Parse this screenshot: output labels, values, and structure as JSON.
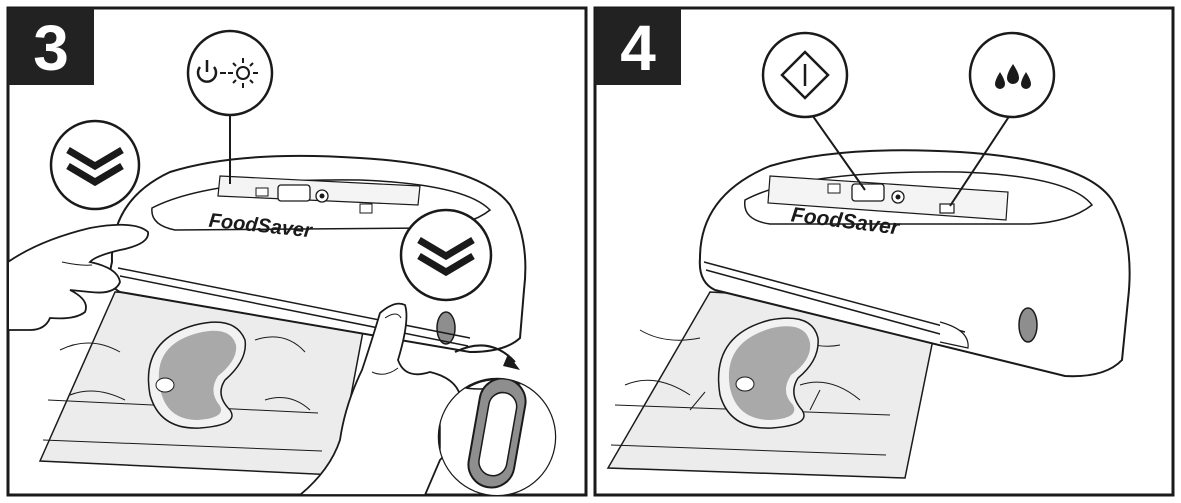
{
  "steps": [
    {
      "number": "3",
      "brand_label": "FoodSaver",
      "callouts": [
        {
          "icon": "power-light-icon",
          "meaning": ""
        },
        {
          "icon": "double-chevron-down-icon"
        },
        {
          "icon": "double-chevron-down-icon"
        }
      ]
    },
    {
      "number": "4",
      "brand_label": "FoodSaver",
      "callouts": [
        {
          "icon": "start-diamond-icon"
        },
        {
          "icon": "moist-drops-icon"
        }
      ]
    }
  ],
  "colors": {
    "ink": "#1a1a1a",
    "badge_bg": "#222222",
    "badge_text": "#ffffff",
    "bag_fill": "#e9e9e9",
    "food_fill": "#a9a9a9",
    "latch_fill": "#8e8e8e"
  }
}
